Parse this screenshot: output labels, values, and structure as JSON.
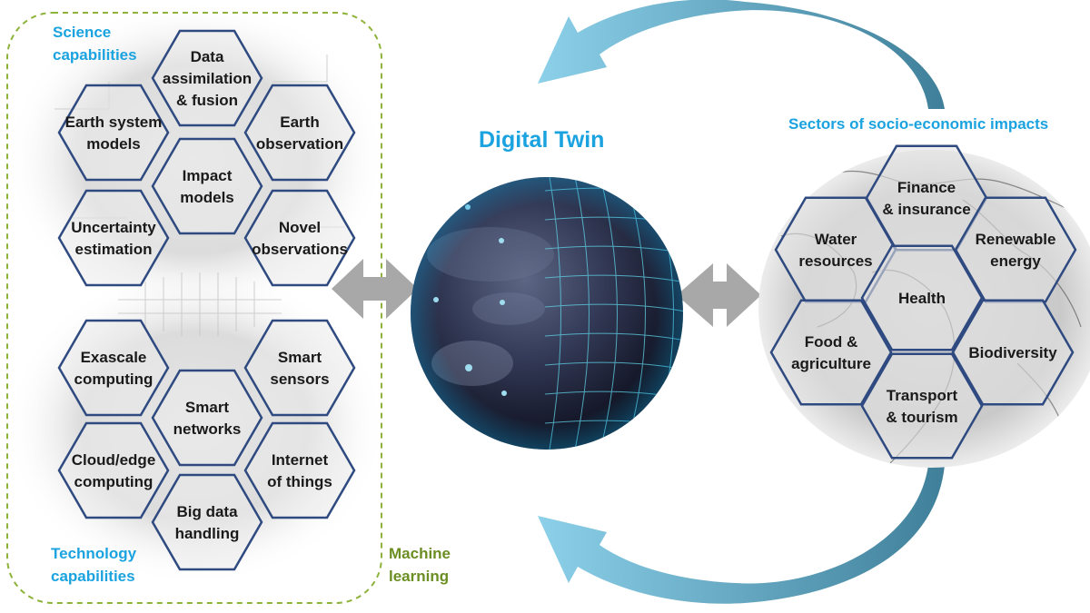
{
  "title": "Digital  Twin",
  "science": {
    "label_line1": "Science",
    "label_line2": "capabilities",
    "hexes": [
      {
        "lines": [
          "Data",
          "assimilation",
          "& fusion"
        ]
      },
      {
        "lines": [
          "Earth system",
          "models"
        ]
      },
      {
        "lines": [
          "Earth",
          "observation"
        ]
      },
      {
        "lines": [
          "Impact",
          "models"
        ]
      },
      {
        "lines": [
          "Uncertainty",
          "estimation"
        ]
      },
      {
        "lines": [
          "Novel",
          "observations"
        ]
      }
    ]
  },
  "technology": {
    "label_line1": "Technology",
    "label_line2": "capabilities",
    "hexes": [
      {
        "lines": [
          "Exascale",
          "computing"
        ]
      },
      {
        "lines": [
          "Smart",
          "sensors"
        ]
      },
      {
        "lines": [
          "Smart",
          "networks"
        ]
      },
      {
        "lines": [
          "Cloud/edge",
          "computing"
        ]
      },
      {
        "lines": [
          "Internet",
          "of things"
        ]
      },
      {
        "lines": [
          "Big data",
          "handling"
        ]
      }
    ]
  },
  "machine_learning": {
    "line1": "Machine",
    "line2": "learning"
  },
  "sectors": {
    "label": "Sectors of socio-economic impacts",
    "hexes": [
      {
        "lines": [
          "Finance",
          "& insurance"
        ]
      },
      {
        "lines": [
          "Water",
          "resources"
        ]
      },
      {
        "lines": [
          "Renewable",
          "energy"
        ]
      },
      {
        "lines": [
          "Health"
        ]
      },
      {
        "lines": [
          "Food &",
          "agriculture"
        ]
      },
      {
        "lines": [
          "Biodiversity"
        ]
      },
      {
        "lines": [
          "Transport",
          "& tourism"
        ]
      }
    ]
  },
  "colors": {
    "accent_blue": "#1ba3e0",
    "ml_green": "#6b8e23",
    "hex_stroke": "#2f4a80",
    "arrow_teal": "#4a96b8",
    "double_arrow_grey": "#a8a8a8"
  }
}
